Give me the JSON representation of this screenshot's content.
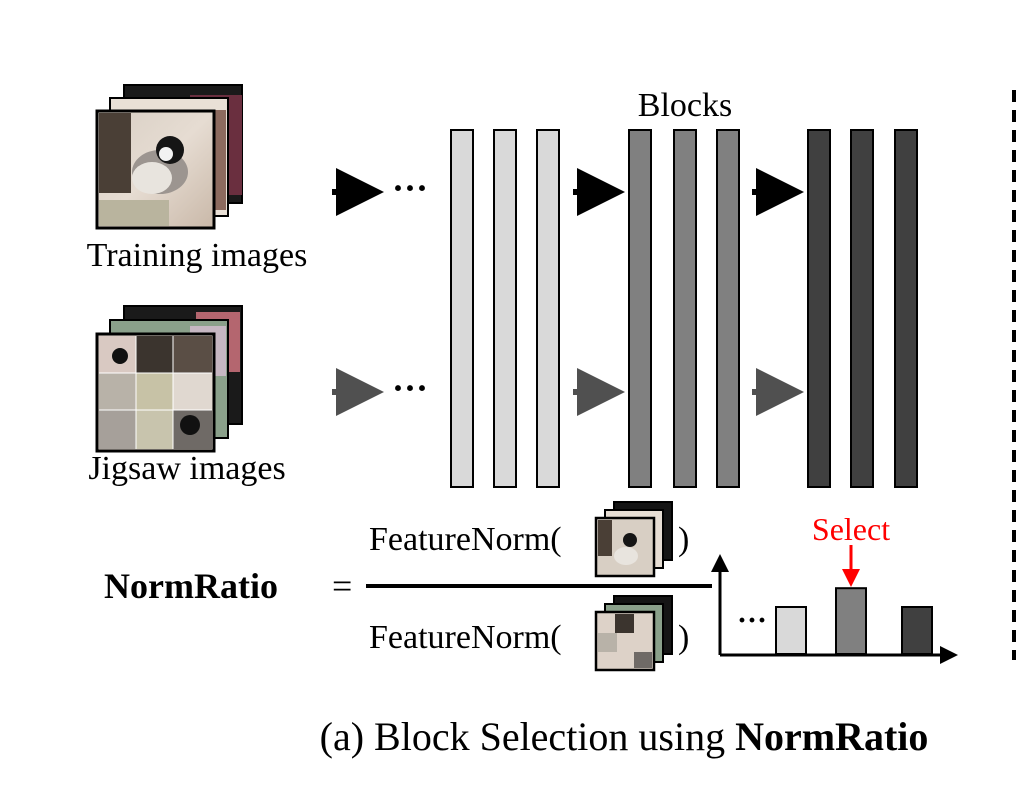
{
  "labels": {
    "training_images": "Training images",
    "jigsaw_images": "Jigsaw images",
    "blocks": "Blocks",
    "ellipsis": "···",
    "select": "Select",
    "featurenorm": "FeatureNorm(",
    "close_paren": ")",
    "normratio": "NormRatio",
    "equals": "=",
    "caption_prefix": "(a) Block Selection using ",
    "caption_bold": "NormRatio"
  },
  "colors": {
    "block_light": "#d9d9d9",
    "block_mid": "#808080",
    "block_dark": "#404040",
    "arrow_train": "#000000",
    "arrow_jigsaw": "#505050",
    "select_red": "#ff0000"
  },
  "normratio_bars": {
    "values": [
      1.0,
      1.4,
      1.0
    ],
    "selected_index": 1
  }
}
